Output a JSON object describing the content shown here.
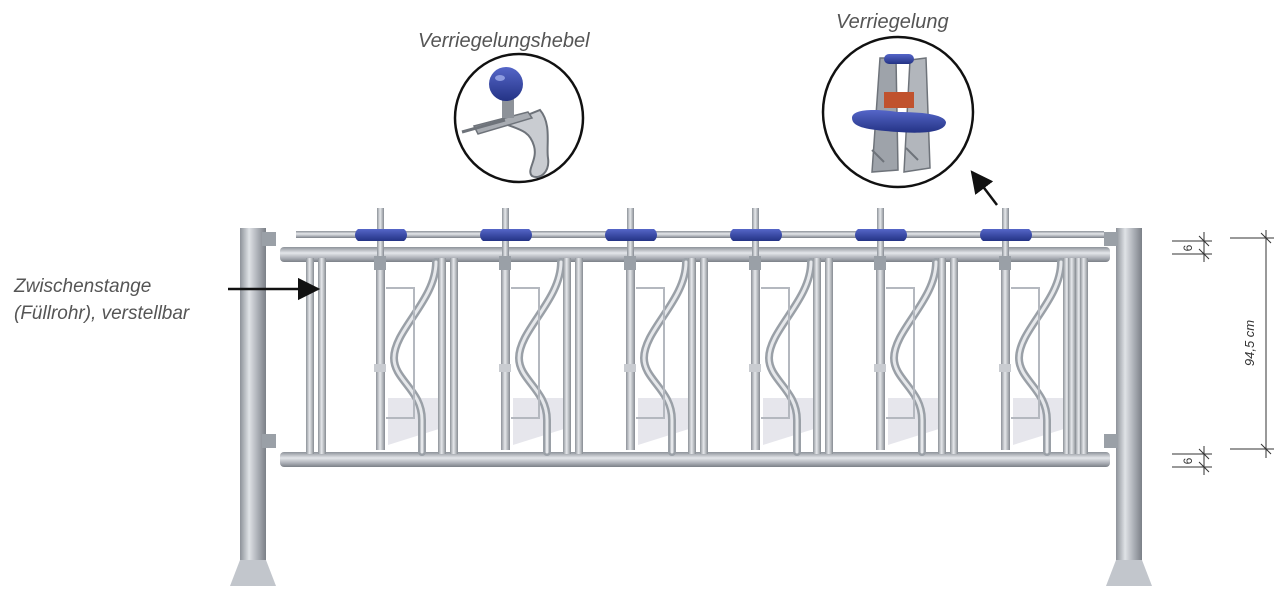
{
  "labels": {
    "locking_lever": "Verriegelungshebel",
    "locking": "Verriegelung",
    "intermediate_bar_line1": "Zwischenstange",
    "intermediate_bar_line2": "(Füllrohr), verstellbar"
  },
  "dimensions": {
    "top_tube": "6",
    "height": "94,5 cm",
    "bottom_tube": "6"
  },
  "colors": {
    "steel": "#b4b8bf",
    "steel_dark": "#7d828a",
    "handle_blue": "#2e3f9c",
    "latch_orange": "#c0522e",
    "shadow": "#e6e6ec",
    "text": "#555555"
  },
  "icons": [
    "locking-lever-detail-icon",
    "locking-detail-icon"
  ]
}
